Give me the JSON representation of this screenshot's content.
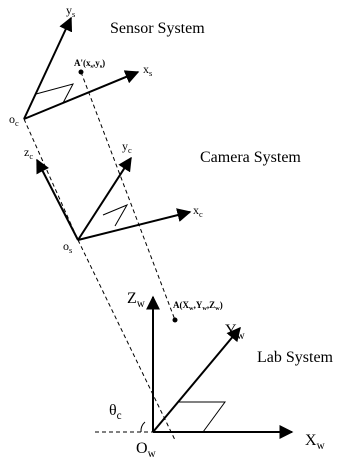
{
  "systems": {
    "sensor": {
      "title": "Sensor System",
      "origin": "o",
      "origin_sub": "c",
      "x": "x",
      "x_sub": "s",
      "y": "y",
      "y_sub": "s"
    },
    "camera": {
      "title": "Camera System",
      "origin": "o",
      "origin_sub": "s",
      "x": "x",
      "x_sub": "c",
      "y": "y",
      "y_sub": "c",
      "z": "z",
      "z_sub": "c"
    },
    "lab": {
      "title": "Lab System",
      "origin": "O",
      "origin_sub": "w",
      "x": "X",
      "x_sub": "w",
      "y": "Y",
      "y_sub": "w",
      "z": "Z",
      "z_sub": "w"
    }
  },
  "points": {
    "image_point": "A'(x",
    "image_point_sub1": "s",
    "image_point_mid": ",y",
    "image_point_sub2": "s",
    "image_point_end": ")",
    "world_point": "A(X",
    "world_point_sub1": "w",
    "world_point_mid1": ",Y",
    "world_point_sub2": "w",
    "world_point_mid2": ",Z",
    "world_point_sub3": "w",
    "world_point_end": ")"
  },
  "angle": {
    "symbol": "θ",
    "sub": "c"
  },
  "colors": {
    "stroke": "#000000",
    "background": "#ffffff"
  }
}
